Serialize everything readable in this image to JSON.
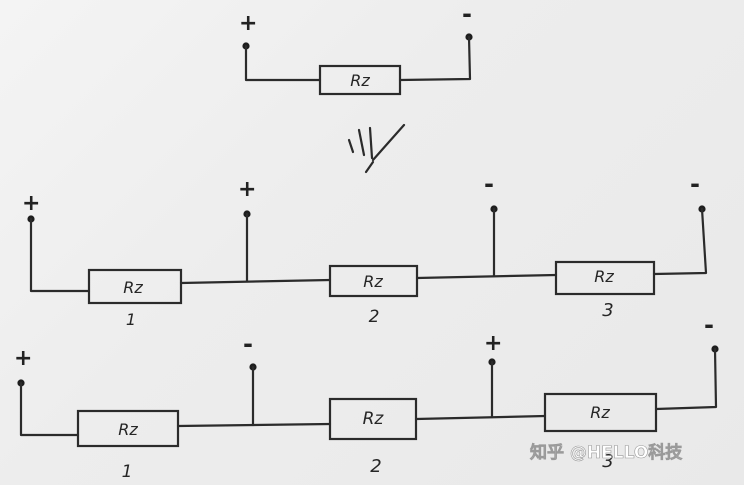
{
  "top_circuit": {
    "plus": "+",
    "minus": "-",
    "resistor": "Rz"
  },
  "equals_mark": "\\||/",
  "circuit_two": {
    "terminals": [
      "+",
      "+",
      "-",
      "-"
    ],
    "resistors": [
      {
        "label": "Rz",
        "index": "1"
      },
      {
        "label": "Rz",
        "index": "2"
      },
      {
        "label": "Rz",
        "index": "3"
      }
    ]
  },
  "circuit_three": {
    "terminals": [
      "+",
      "-",
      "+",
      "-"
    ],
    "resistors": [
      {
        "label": "Rz",
        "index": "1"
      },
      {
        "label": "Rz",
        "index": "2"
      },
      {
        "label": "Rz",
        "index": "3"
      }
    ]
  },
  "watermark": "知乎 @HELLO科技"
}
